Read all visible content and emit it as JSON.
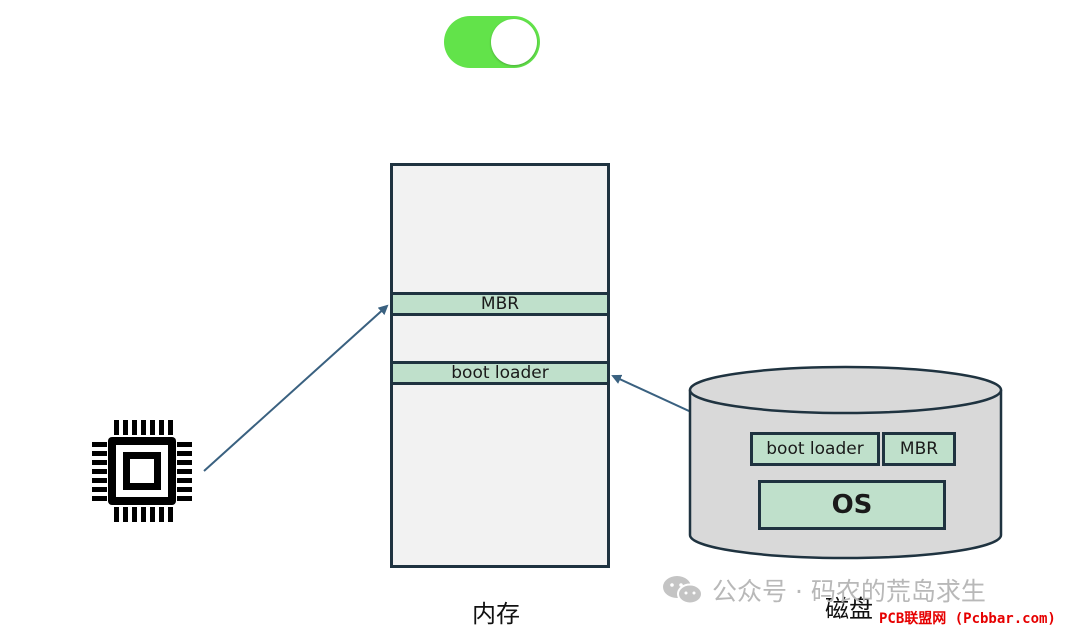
{
  "memory": {
    "label": "内存",
    "slots": {
      "mbr": "MBR",
      "boot_loader": "boot loader"
    }
  },
  "disk": {
    "label": "磁盘",
    "boot_loader": "boot loader",
    "mbr": "MBR",
    "os": "OS"
  },
  "toggle": {
    "state": "on",
    "color": "#62e34a"
  },
  "watermark": {
    "text": "公众号 · 码农的荒岛求生",
    "icon": "wechat-icon"
  },
  "credit": "PCB联盟网 (Pcbbar.com)",
  "colors": {
    "slot_fill": "#bfe0cb",
    "outline": "#1f3340",
    "memory_fill": "#f2f2f2",
    "disk_fill": "#d9d9d9",
    "arrow": "#3a6180",
    "credit": "#e60000"
  }
}
